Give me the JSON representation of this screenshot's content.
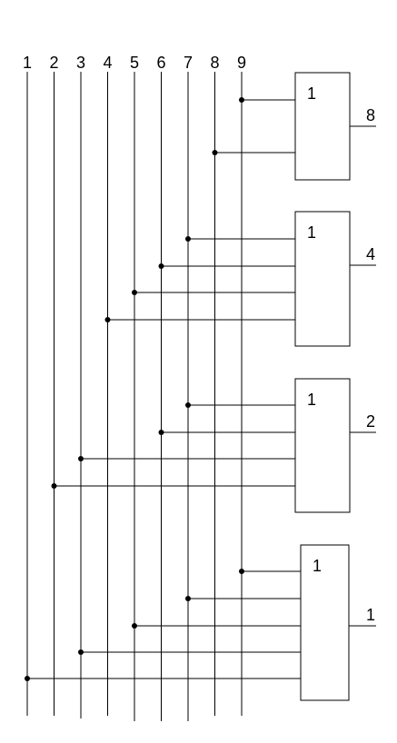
{
  "input_labels": [
    "1",
    "2",
    "3",
    "4",
    "5",
    "6",
    "7",
    "8",
    "9"
  ],
  "gates": [
    {
      "symbol": "1",
      "output": "8",
      "inputs": [
        "9",
        "8"
      ]
    },
    {
      "symbol": "1",
      "output": "4",
      "inputs": [
        "7",
        "6",
        "5",
        "4"
      ]
    },
    {
      "symbol": "1",
      "output": "2",
      "inputs": [
        "7",
        "6",
        "3",
        "2"
      ]
    },
    {
      "symbol": "1",
      "output": "1",
      "inputs": [
        "9",
        "7",
        "5",
        "3",
        "1"
      ]
    }
  ],
  "colors": {
    "line": "#000000",
    "background": "#ffffff"
  }
}
